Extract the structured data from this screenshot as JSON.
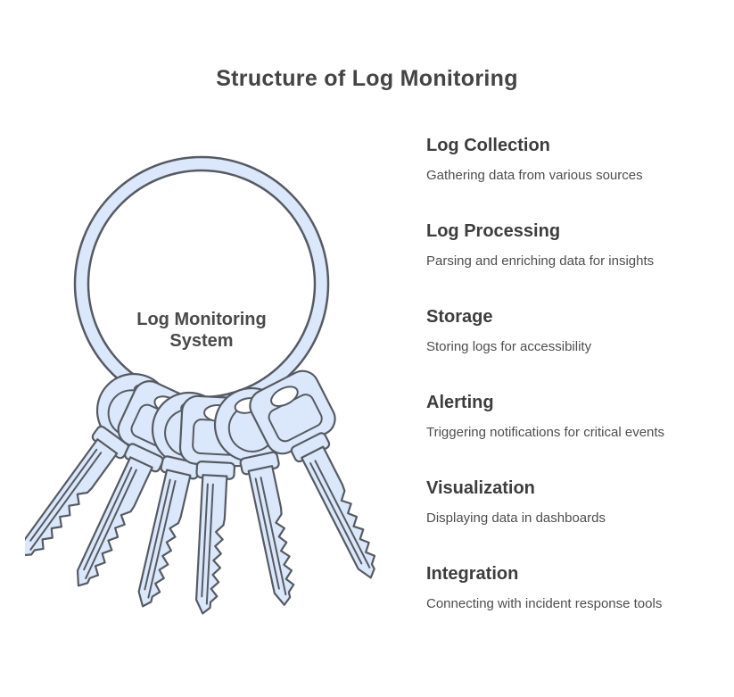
{
  "title": "Structure of Log Monitoring",
  "illustration": {
    "label_lines": [
      "Log Monitoring",
      "System"
    ],
    "key_count": 6
  },
  "colors": {
    "illustration_fill": "#dbe7fa",
    "illustration_stroke": "#565b63",
    "title_color": "#444444",
    "heading_color": "#3d3d3d",
    "body_color": "#4e4e4e",
    "label_color": "#4a4a4a"
  },
  "items": [
    {
      "title": "Log Collection",
      "description": "Gathering data from various sources"
    },
    {
      "title": "Log Processing",
      "description": "Parsing and enriching data for insights"
    },
    {
      "title": "Storage",
      "description": "Storing logs for accessibility"
    },
    {
      "title": "Alerting",
      "description": "Triggering notifications for critical events"
    },
    {
      "title": "Visualization",
      "description": "Displaying data in dashboards"
    },
    {
      "title": "Integration",
      "description": "Connecting with incident response tools"
    }
  ]
}
